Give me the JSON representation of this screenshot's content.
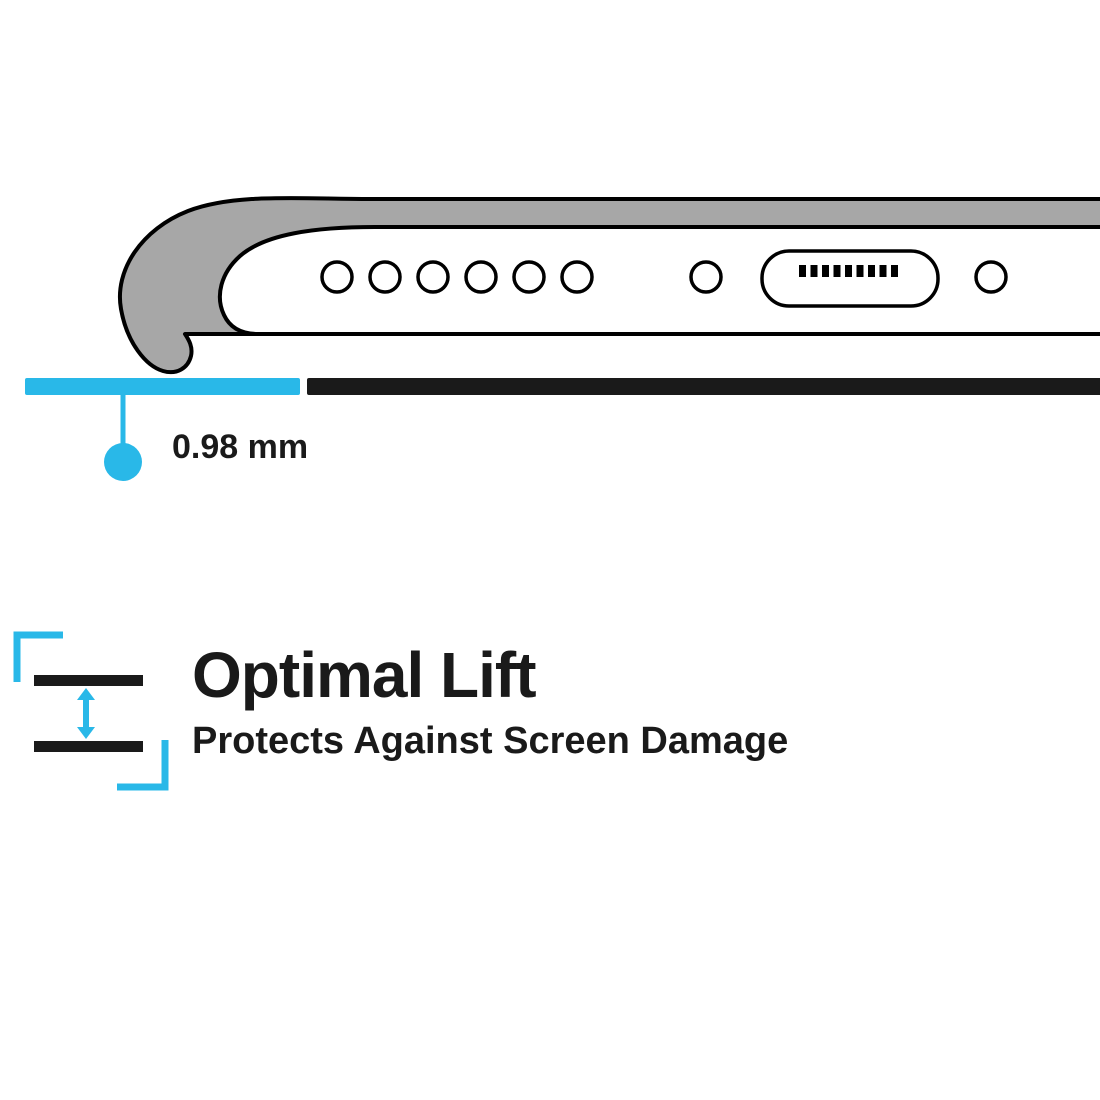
{
  "colors": {
    "cyan": "#29b8e8",
    "ink": "#1a1a1a",
    "outline": "#000000",
    "case_gray": "#a7a7a7",
    "background": "#ffffff"
  },
  "diagram": {
    "measurement_label": "0.98 mm",
    "speaker_hole_count": 6
  },
  "icons": {
    "optimal_lift": "double-vertical-arrow-between-two-lines-with-corner-brackets",
    "charging_port": "usb-port-pill-with-pin-contacts"
  },
  "feature": {
    "title": "Optimal Lift",
    "subtitle": "Protects Against Screen Damage"
  }
}
